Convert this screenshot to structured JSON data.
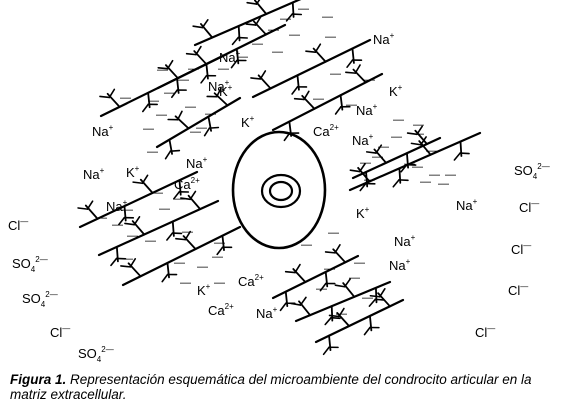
{
  "caption": {
    "label": "Figura 1.",
    "text": "Representación esquemática del microambiente del condrocito articular en la matriz extracellular."
  },
  "ions": [
    {
      "base": "Na",
      "sup": "+"
    },
    {
      "base": "Na",
      "sup": "+"
    },
    {
      "base": "Na",
      "sup": "+"
    },
    {
      "base": "K",
      "sup": "+"
    },
    {
      "base": "K",
      "sup": "+"
    },
    {
      "base": "K",
      "sup": "+"
    },
    {
      "base": "Na",
      "sup": "+"
    },
    {
      "base": "Na",
      "sup": "+"
    },
    {
      "base": "Na",
      "sup": "+"
    },
    {
      "base": "Ca",
      "sup": "2+"
    },
    {
      "base": "Na",
      "sup": "+"
    },
    {
      "base": "K",
      "sup": "+"
    },
    {
      "base": "Na",
      "sup": "+"
    },
    {
      "base": "Ca",
      "sup": "2+"
    },
    {
      "base": "Na",
      "sup": "+"
    },
    {
      "base": "Na",
      "sup": "+"
    },
    {
      "base": "K",
      "sup": "+"
    },
    {
      "base": "Na",
      "sup": "+"
    },
    {
      "base": "Ca",
      "sup": "2+"
    },
    {
      "base": "Na",
      "sup": "+"
    },
    {
      "base": "K",
      "sup": "+"
    },
    {
      "base": "Ca",
      "sup": "2+"
    },
    {
      "base": "Na",
      "sup": "+"
    },
    {
      "base": "SO",
      "sub": "4",
      "sup": "2—"
    },
    {
      "base": "Cl",
      "sup": "—"
    },
    {
      "base": "Cl",
      "sup": "—"
    },
    {
      "base": "Cl",
      "sup": "—"
    },
    {
      "base": "SO",
      "sub": "4",
      "sup": "2—"
    },
    {
      "base": "Cl",
      "sup": "—"
    },
    {
      "base": "SO",
      "sub": "4",
      "sup": "2—"
    },
    {
      "base": "Cl",
      "sup": "—"
    },
    {
      "base": "Cl",
      "sup": "—"
    },
    {
      "base": "SO",
      "sub": "4",
      "sup": "2—"
    }
  ],
  "charge_symbol": "—"
}
